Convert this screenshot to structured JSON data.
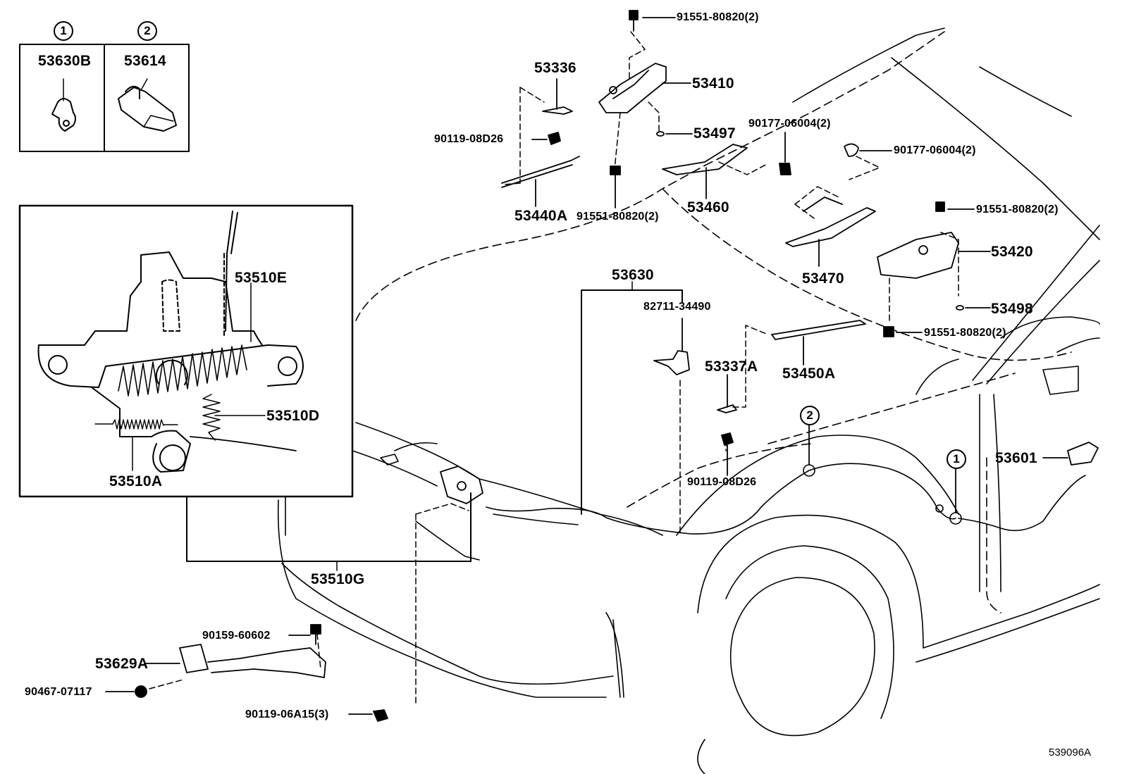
{
  "legend": {
    "box1": {
      "index": "1",
      "part": "53630B"
    },
    "box2": {
      "index": "2",
      "part": "53614"
    }
  },
  "callouts": {
    "c1": "1",
    "c2": "2"
  },
  "labels": {
    "p53336": "53336",
    "p90119_08D26_top": "90119-08D26",
    "p53440A": "53440A",
    "p91551_top": "91551-80820(2)",
    "p53410": "53410",
    "p53497": "53497",
    "p91551_mid": "91551-80820(2)",
    "p90177_a": "90177-06004(2)",
    "p53460": "53460",
    "p90177_b": "90177-06004(2)",
    "p53470": "53470",
    "p91551_right": "91551-80820(2)",
    "p53420": "53420",
    "p53498": "53498",
    "p91551_lower": "91551-80820(2)",
    "p53630": "53630",
    "p82711": "82711-34490",
    "p53337A": "53337A",
    "p53450A": "53450A",
    "p90119_08D26_low": "90119-08D26",
    "p53601": "53601",
    "p53510E": "53510E",
    "p53510D": "53510D",
    "p53510A": "53510A",
    "p53510G": "53510G",
    "p90159": "90159-60602",
    "p53629A": "53629A",
    "p90467": "90467-07117",
    "p90119_06A15": "90119-06A15(3)"
  },
  "diagram_code": "539096A"
}
